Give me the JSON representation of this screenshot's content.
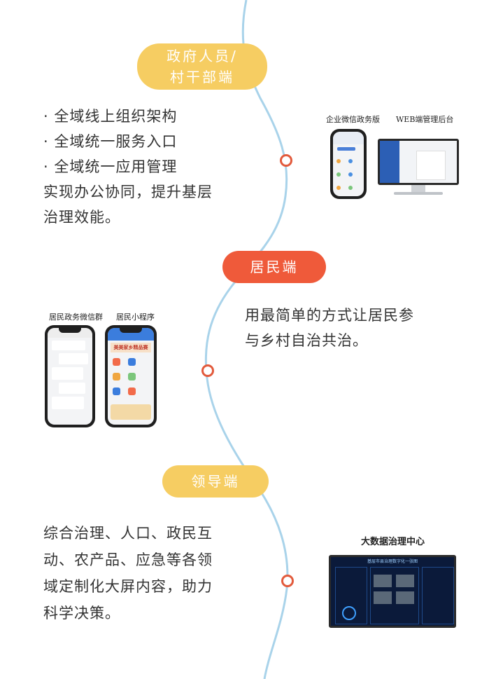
{
  "sections": [
    {
      "badge": [
        "政府人员/",
        "村干部端"
      ],
      "bullets": [
        "· 全域线上组织架构",
        "· 全域统一服务入口",
        "· 全域统一应用管理"
      ],
      "desc": [
        "实现办公协同，提升基层",
        "治理效能。"
      ],
      "captions": {
        "phone": "企业微信政务版",
        "web": "WEB端管理后台"
      }
    },
    {
      "badge": [
        "居民端"
      ],
      "desc": [
        "用最简单的方式让居民参",
        "与乡村自治共治。"
      ],
      "captions": {
        "wechat_group": "居民政务微信群",
        "mini_program": "居民小程序"
      },
      "mini_banner": "美美家乡精品赛"
    },
    {
      "badge": [
        "领导端"
      ],
      "desc": [
        "综合治理、人口、政民互",
        "动、农产品、应急等各领",
        "域定制化大屏内容，助力",
        "科学决策。"
      ],
      "captions": {
        "dashboard": "大数据治理中心"
      },
      "dashboard_title": "基层市县治理数字化一张图"
    }
  ],
  "colors": {
    "yellow": "#f6cd62",
    "red": "#ef5a3a",
    "line": "#a9d3ea",
    "node": "#e25a3c"
  }
}
